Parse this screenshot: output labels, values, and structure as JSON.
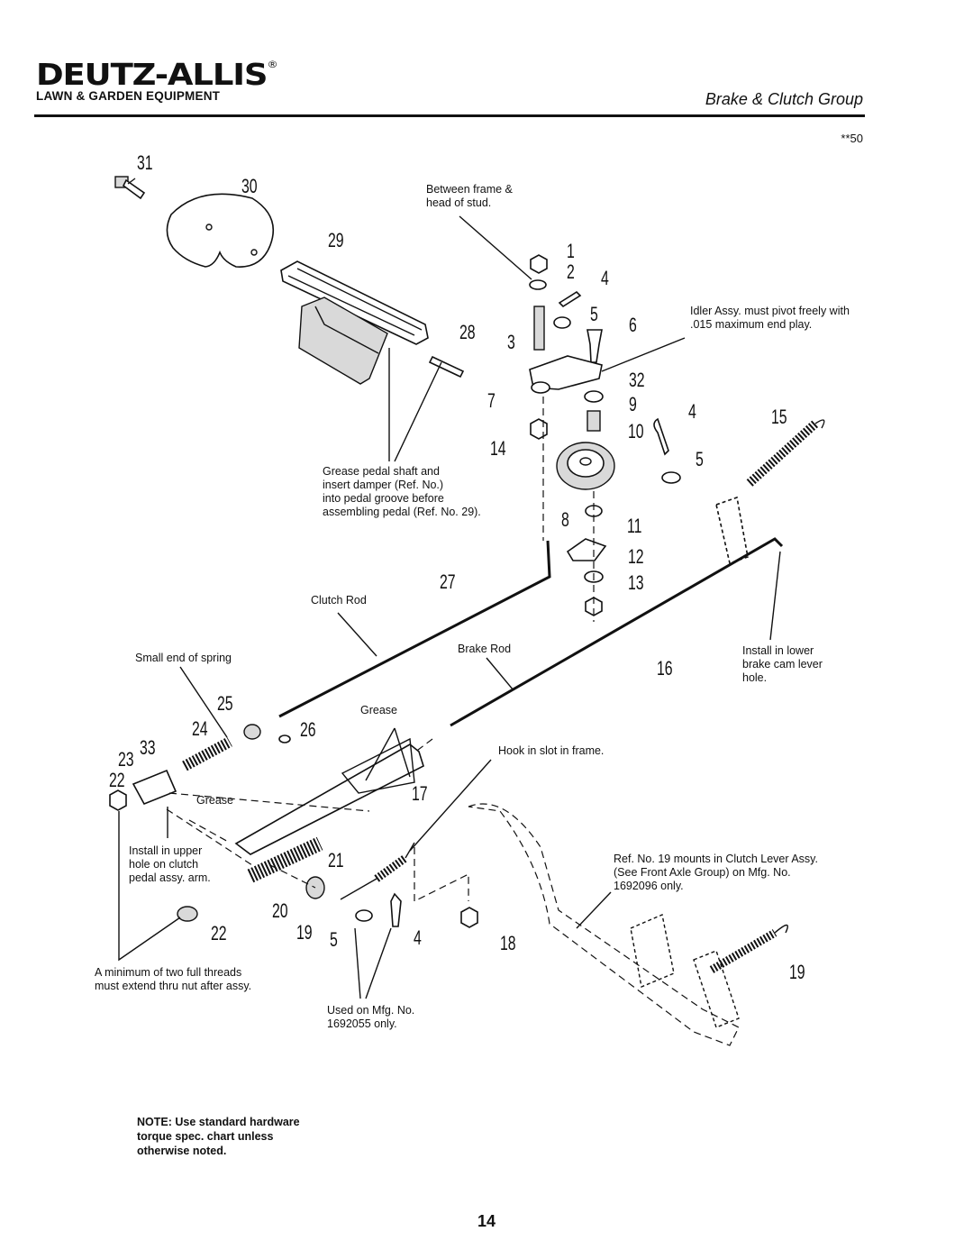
{
  "header": {
    "brand": "DEUTZ-ALLIS",
    "brand_mark": "®",
    "subtitle": "LAWN & GARDEN EQUIPMENT",
    "section_title": "Brake & Clutch Group",
    "code": "**50"
  },
  "notes": {
    "between_frame": "Between frame &\nhead of stud.",
    "idler": "Idler Assy. must pivot freely with\n.015 maximum end play.",
    "grease_pedal": "Grease pedal shaft and\ninsert damper (Ref. No.)\ninto pedal groove before\nassembling pedal (Ref. No. 29).",
    "clutch_rod": "Clutch Rod",
    "brake_rod": "Brake Rod",
    "small_end": "Small end of spring",
    "install_lower": "Install in lower\nbrake cam lever\nhole.",
    "grease_1": "Grease",
    "grease_2": "Grease",
    "hook_slot": "Hook in slot in frame.",
    "install_upper": "Install in upper\nhole on clutch\npedal assy. arm.",
    "ref_19": "Ref. No. 19 mounts in Clutch Lever Assy.\n(See Front Axle Group) on Mfg. No.\n1692096 only.",
    "min_threads": "A minimum of two full threads\nmust extend thru nut after assy.",
    "used_on": "Used on Mfg. No.\n1692055 only."
  },
  "part_numbers": {
    "p31": "31",
    "p30": "30",
    "p29": "29",
    "p1": "1",
    "p2": "2",
    "p4a": "4",
    "p5a": "5",
    "p28": "28",
    "p3": "3",
    "p6": "6",
    "p32": "32",
    "p7": "7",
    "p9": "9",
    "p4b": "4",
    "p15": "15",
    "p10": "10",
    "p14": "14",
    "p5b": "5",
    "p8": "8",
    "p11": "11",
    "p12": "12",
    "p27": "27",
    "p13": "13",
    "p16": "16",
    "p25": "25",
    "p24": "24",
    "p26": "26",
    "p33": "33",
    "p23": "23",
    "p22a": "22",
    "p17": "17",
    "p21": "21",
    "p20": "20",
    "p22b": "22",
    "p19a": "19",
    "p5c": "5",
    "p4c": "4",
    "p18": "18",
    "p19b": "19"
  },
  "footer": {
    "note": "NOTE: Use standard hardware\ntorque spec. chart unless\notherwise noted.",
    "page_number": "14"
  }
}
